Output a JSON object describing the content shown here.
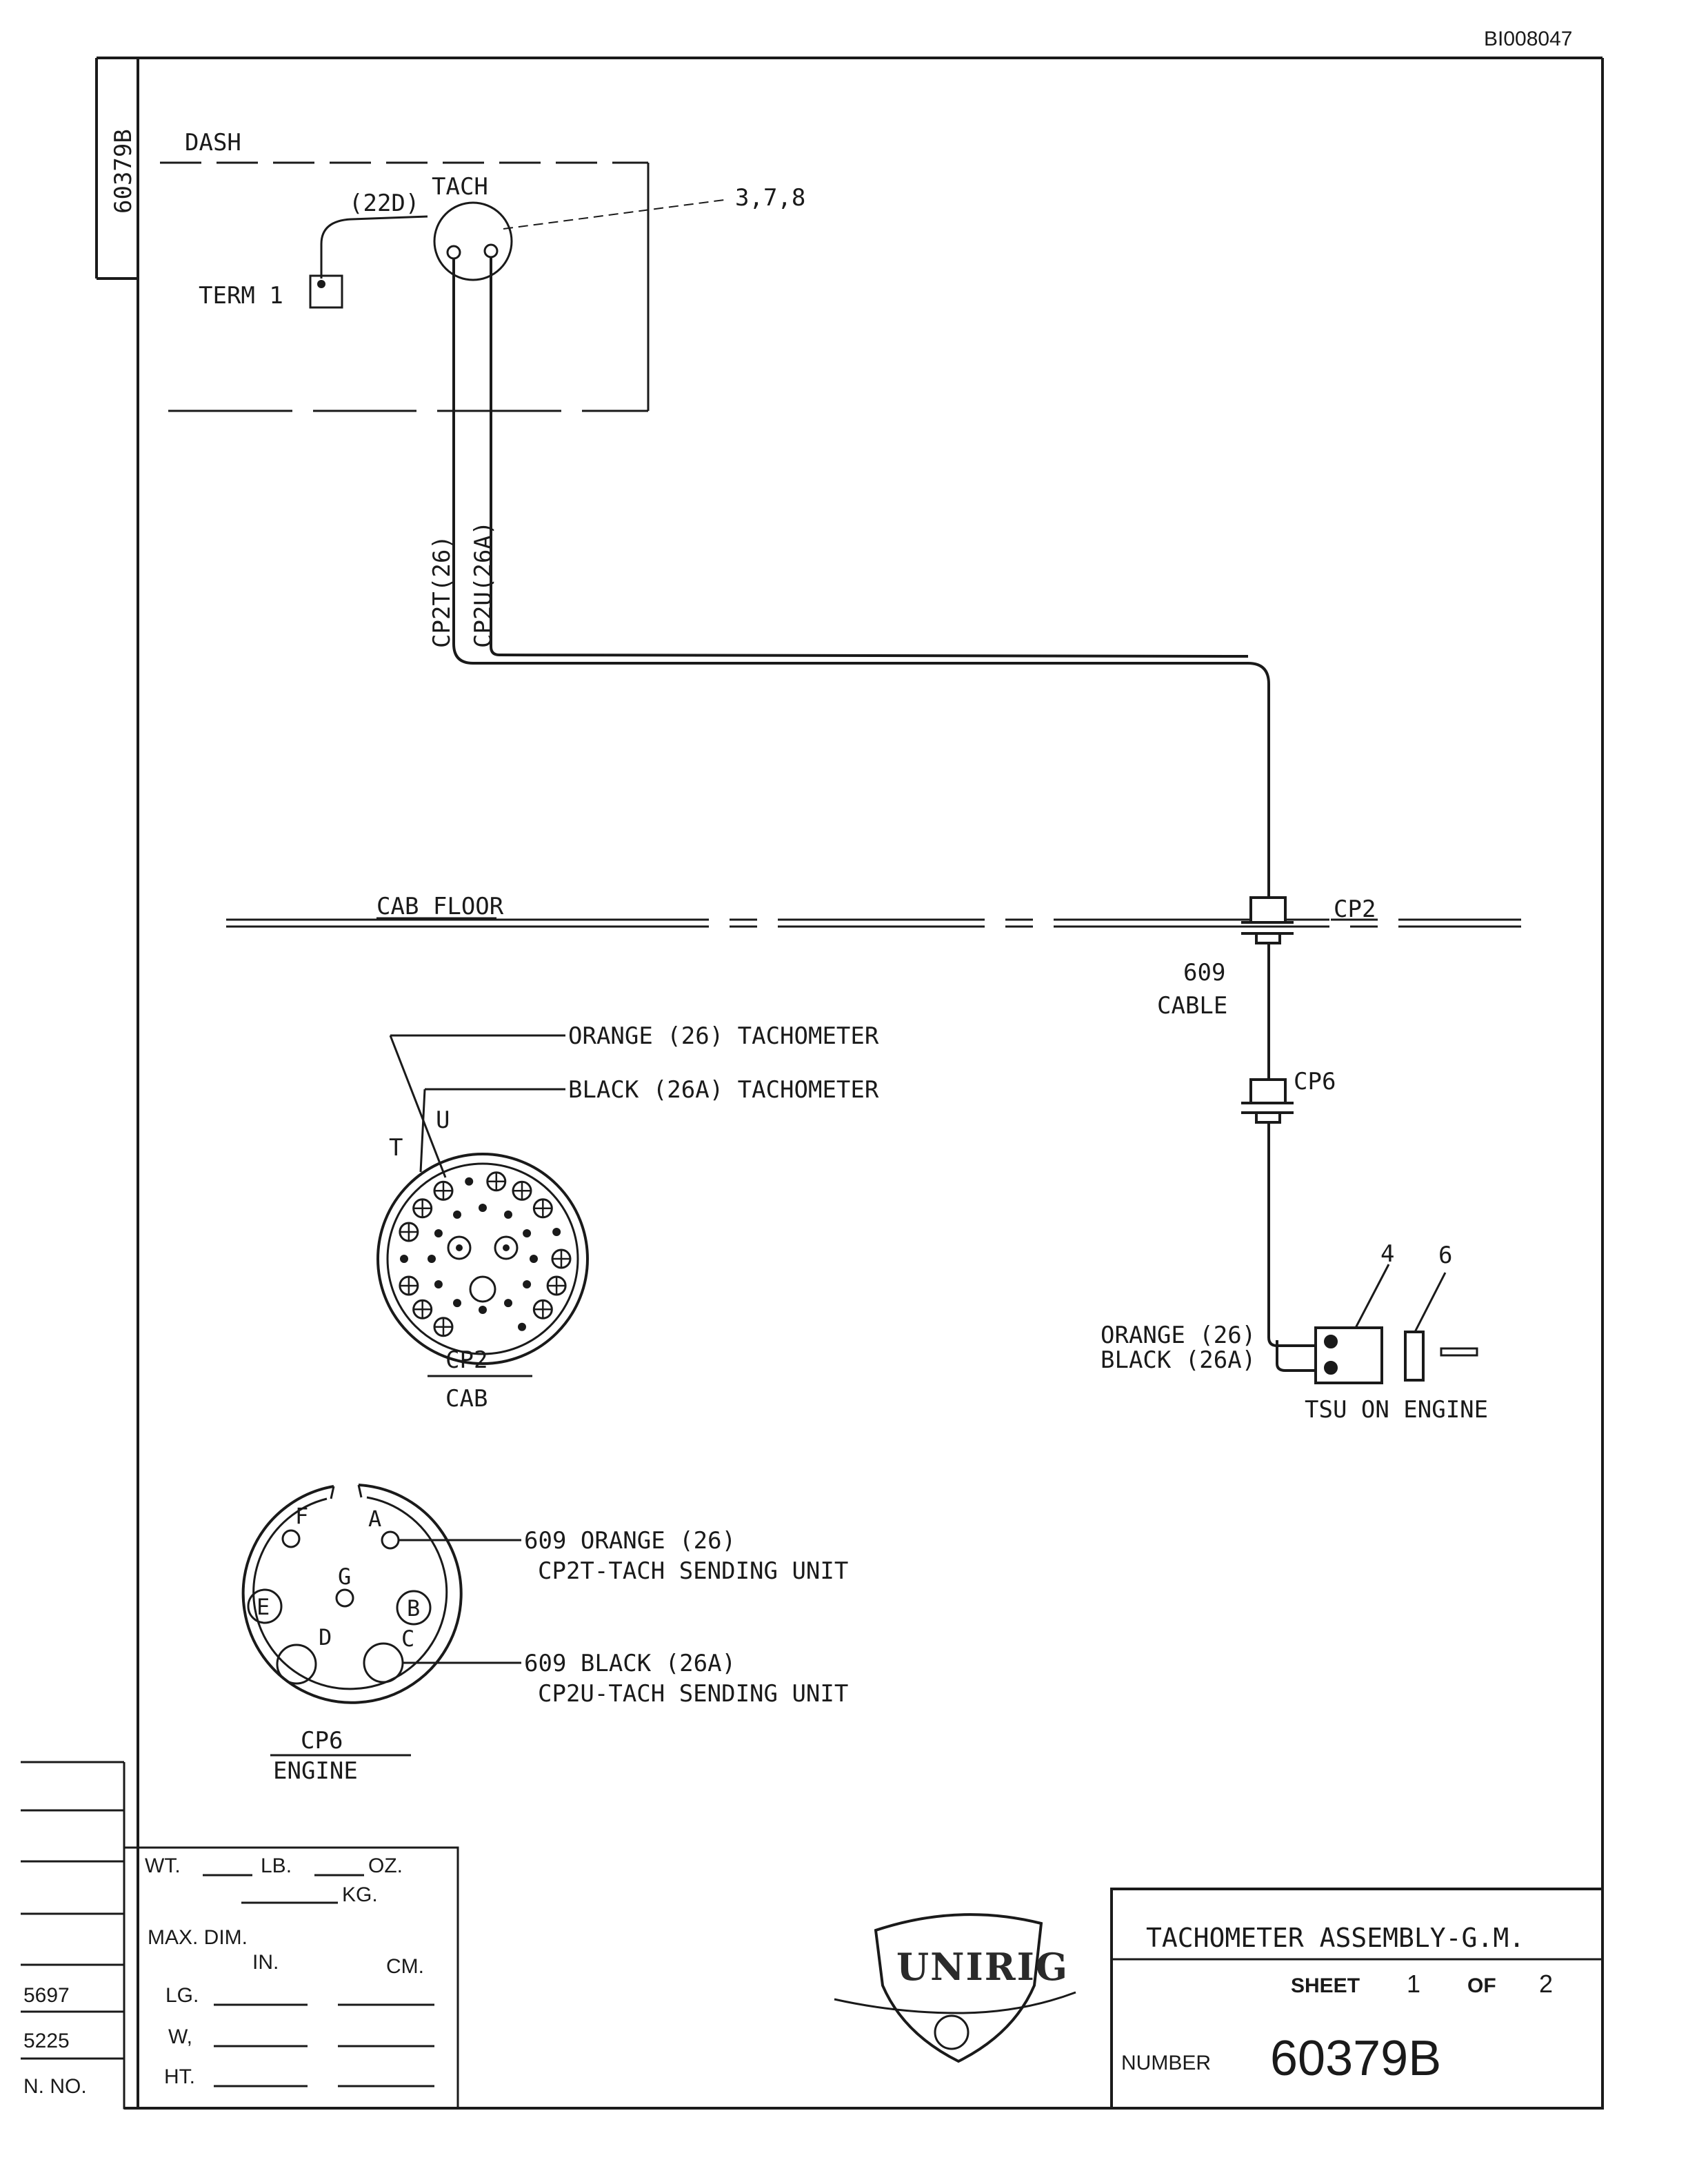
{
  "doc_id": "BI008047",
  "side_number": "60379B",
  "dash": {
    "label": "DASH",
    "tach_label": "TACH",
    "wire_22d": "(22D)",
    "ref_378": "3,7,8",
    "term_label": "TERM 1"
  },
  "harness": {
    "cp2t": "CP2T(26)",
    "cp2u": "CP2U(26A)"
  },
  "cab_floor": {
    "label": "CAB FLOOR",
    "cp2": "CP2",
    "cable_num": "609",
    "cable_word": "CABLE",
    "cp6": "CP6"
  },
  "tsu": {
    "orange": "ORANGE (26)",
    "black": "BLACK (26A)",
    "ref_4": "4",
    "ref_6": "6",
    "caption": "TSU ON ENGINE"
  },
  "cp2_connector": {
    "orange_line": "ORANGE (26) TACHOMETER",
    "black_line": "BLACK (26A) TACHOMETER",
    "pin_t": "T",
    "pin_u": "U",
    "title": "CP2",
    "subtitle": "CAB"
  },
  "cp6_connector": {
    "pins": {
      "a": "A",
      "b": "B",
      "c": "C",
      "d": "D",
      "e": "E",
      "f": "F",
      "g": "G"
    },
    "orange_line1": "609 ORANGE (26)",
    "orange_line2": "CP2T-TACH SENDING UNIT",
    "black_line1": "609 BLACK (26A)",
    "black_line2": "CP2U-TACH SENDING UNIT",
    "title": "CP6",
    "subtitle": "ENGINE"
  },
  "weights": {
    "wt": "WT.",
    "lb": "LB.",
    "oz": "OZ.",
    "kg": "KG.",
    "max_dim": "MAX. DIM.",
    "in": "IN.",
    "cm": "CM.",
    "lg": "LG.",
    "w": "W,",
    "ht": "HT."
  },
  "left_margin": {
    "n1": "5697",
    "n2": "5225",
    "n3": "N. NO."
  },
  "logo": {
    "text": "UNIRIG"
  },
  "title_block": {
    "title": "TACHOMETER ASSEMBLY-G.M.",
    "sheet_label": "SHEET",
    "sheet_num": "1",
    "of_label": "OF",
    "sheet_total": "2",
    "number_label": "NUMBER",
    "number": "60379B"
  }
}
